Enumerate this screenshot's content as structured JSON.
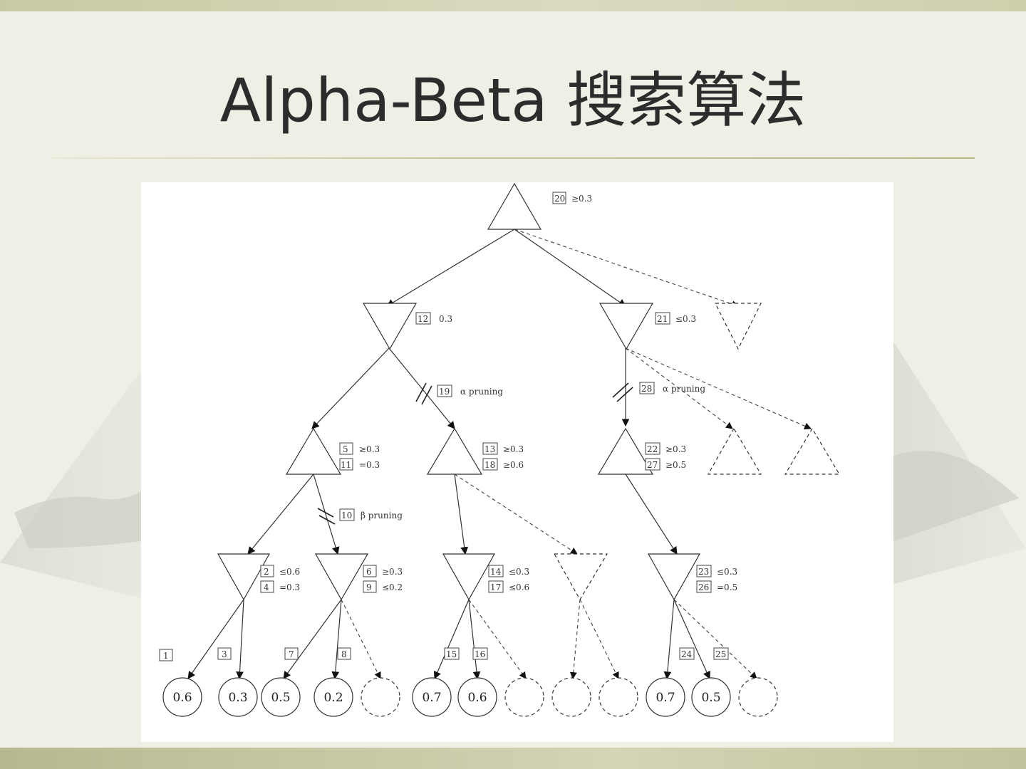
{
  "slide": {
    "title": "Alpha-Beta  搜索算法",
    "colors": {
      "background": "#efefe6",
      "title": "#2c2c2c",
      "accent_bar": "#c8c79a",
      "figure_bg": "#ffffff"
    }
  },
  "tree": {
    "root": {
      "num": "20",
      "value": "≥0.3"
    },
    "level1": [
      {
        "num": "12",
        "value": "0.3"
      },
      {
        "num": "21",
        "value": "≤0.3"
      }
    ],
    "pruning": [
      {
        "num": "19",
        "text": "α pruning"
      },
      {
        "num": "28",
        "text": "α pruning"
      },
      {
        "num": "10",
        "text": "β pruning"
      }
    ],
    "level2": [
      {
        "num1": "5",
        "val1": "≥0.3",
        "num2": "11",
        "val2": "=0.3"
      },
      {
        "num1": "13",
        "val1": "≥0.3",
        "num2": "18",
        "val2": "≥0.6"
      },
      {
        "num1": "22",
        "val1": "≥0.3",
        "num2": "27",
        "val2": "≥0.5"
      }
    ],
    "level3": [
      {
        "num1": "2",
        "val1": "≤0.6",
        "num2": "4",
        "val2": "=0.3"
      },
      {
        "num1": "6",
        "val1": "≥0.3",
        "num2": "9",
        "val2": "≤0.2"
      },
      {
        "num1": "14",
        "val1": "≤0.3",
        "num2": "17",
        "val2": "≤0.6"
      },
      {
        "num1": "23",
        "val1": "≤0.3",
        "num2": "26",
        "val2": "=0.5"
      }
    ],
    "edge_labels": [
      "1",
      "3",
      "7",
      "8",
      "15",
      "16",
      "24",
      "25"
    ],
    "leaves": [
      "0.6",
      "0.3",
      "0.5",
      "0.2",
      "0.7",
      "0.6",
      "0.7",
      "0.5"
    ]
  }
}
